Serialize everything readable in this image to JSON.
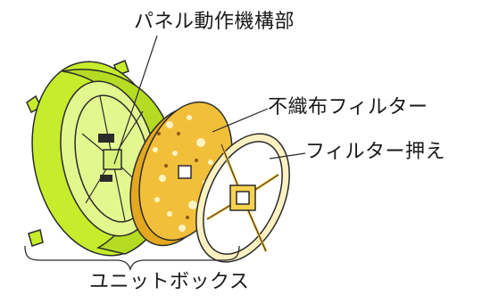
{
  "labels": {
    "panel_mechanism": "パネル動作機構部",
    "nonwoven_filter": "不織布フィルター",
    "filter_holder": "フィルター押え",
    "unit_box": "ユニットボックス"
  },
  "colors": {
    "unit_box_fill": "#c6ec2c",
    "filter_fill": "#f2bf3a",
    "holder_fill": "#f7d24f",
    "outline": "#2b2b2b",
    "leader_line": "#2b2b2b"
  }
}
